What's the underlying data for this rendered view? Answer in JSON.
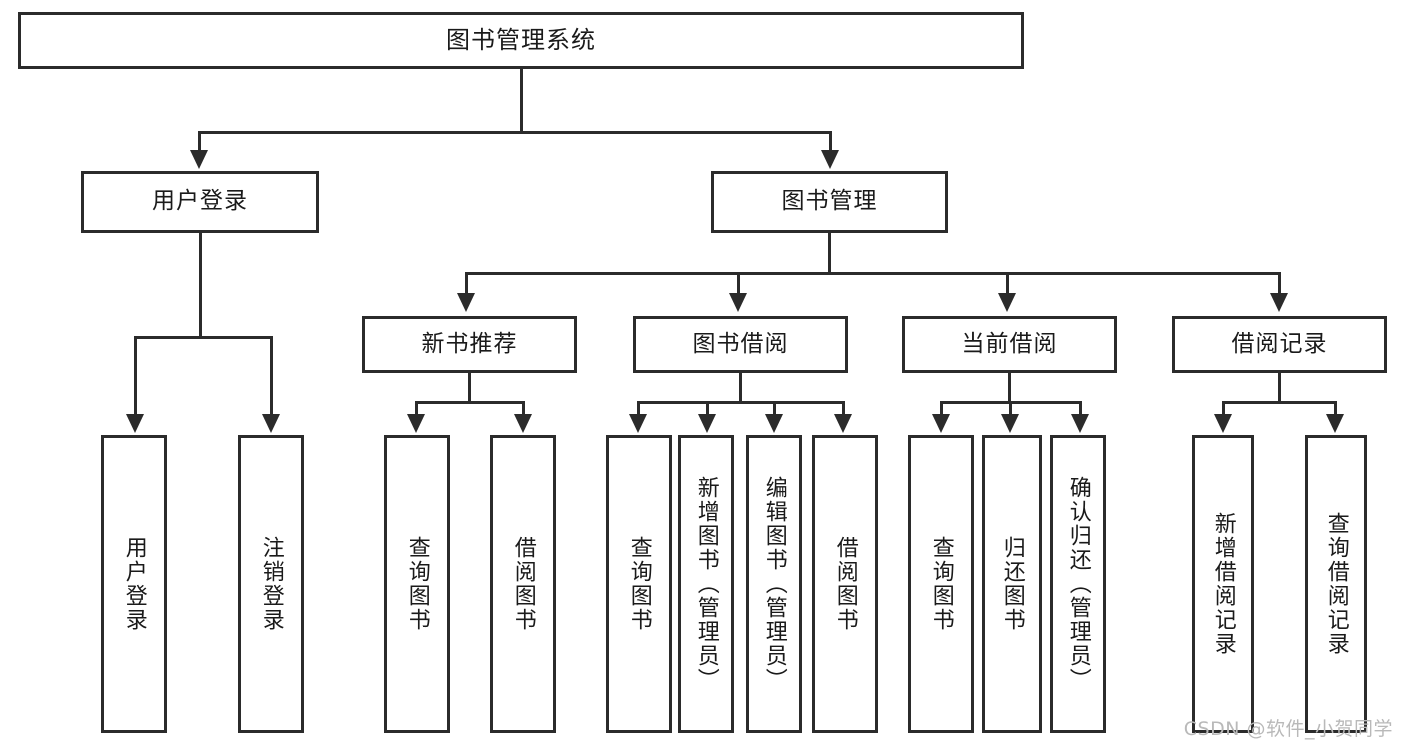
{
  "diagram": {
    "type": "tree-hierarchy",
    "title": "图书管理系统",
    "watermark": "CSDN @软件_小贺同学",
    "colors": {
      "stroke": "#2b2b2b",
      "fill": "#ffffff",
      "text": "#1a1a1a",
      "watermark": "#b9b9b9"
    },
    "root": {
      "label": "图书管理系统"
    },
    "level1": [
      {
        "label": "用户登录"
      },
      {
        "label": "图书管理"
      }
    ],
    "level2": [
      {
        "label": "新书推荐"
      },
      {
        "label": "图书借阅"
      },
      {
        "label": "当前借阅"
      },
      {
        "label": "借阅记录"
      }
    ],
    "leaves": [
      {
        "label": "用户登录",
        "parent": "用户登录"
      },
      {
        "label": "注销登录",
        "parent": "用户登录"
      },
      {
        "label": "查询图书",
        "parent": "新书推荐"
      },
      {
        "label": "借阅图书",
        "parent": "新书推荐"
      },
      {
        "label": "查询图书",
        "parent": "图书借阅"
      },
      {
        "label": "新增图书（管理员）",
        "parent": "图书借阅"
      },
      {
        "label": "编辑图书（管理员）",
        "parent": "图书借阅"
      },
      {
        "label": "借阅图书",
        "parent": "图书借阅"
      },
      {
        "label": "查询图书",
        "parent": "当前借阅"
      },
      {
        "label": "归还图书",
        "parent": "当前借阅"
      },
      {
        "label": "确认归还（管理员）",
        "parent": "当前借阅"
      },
      {
        "label": "新增借阅记录",
        "parent": "借阅记录"
      },
      {
        "label": "查询借阅记录",
        "parent": "借阅记录"
      }
    ]
  }
}
